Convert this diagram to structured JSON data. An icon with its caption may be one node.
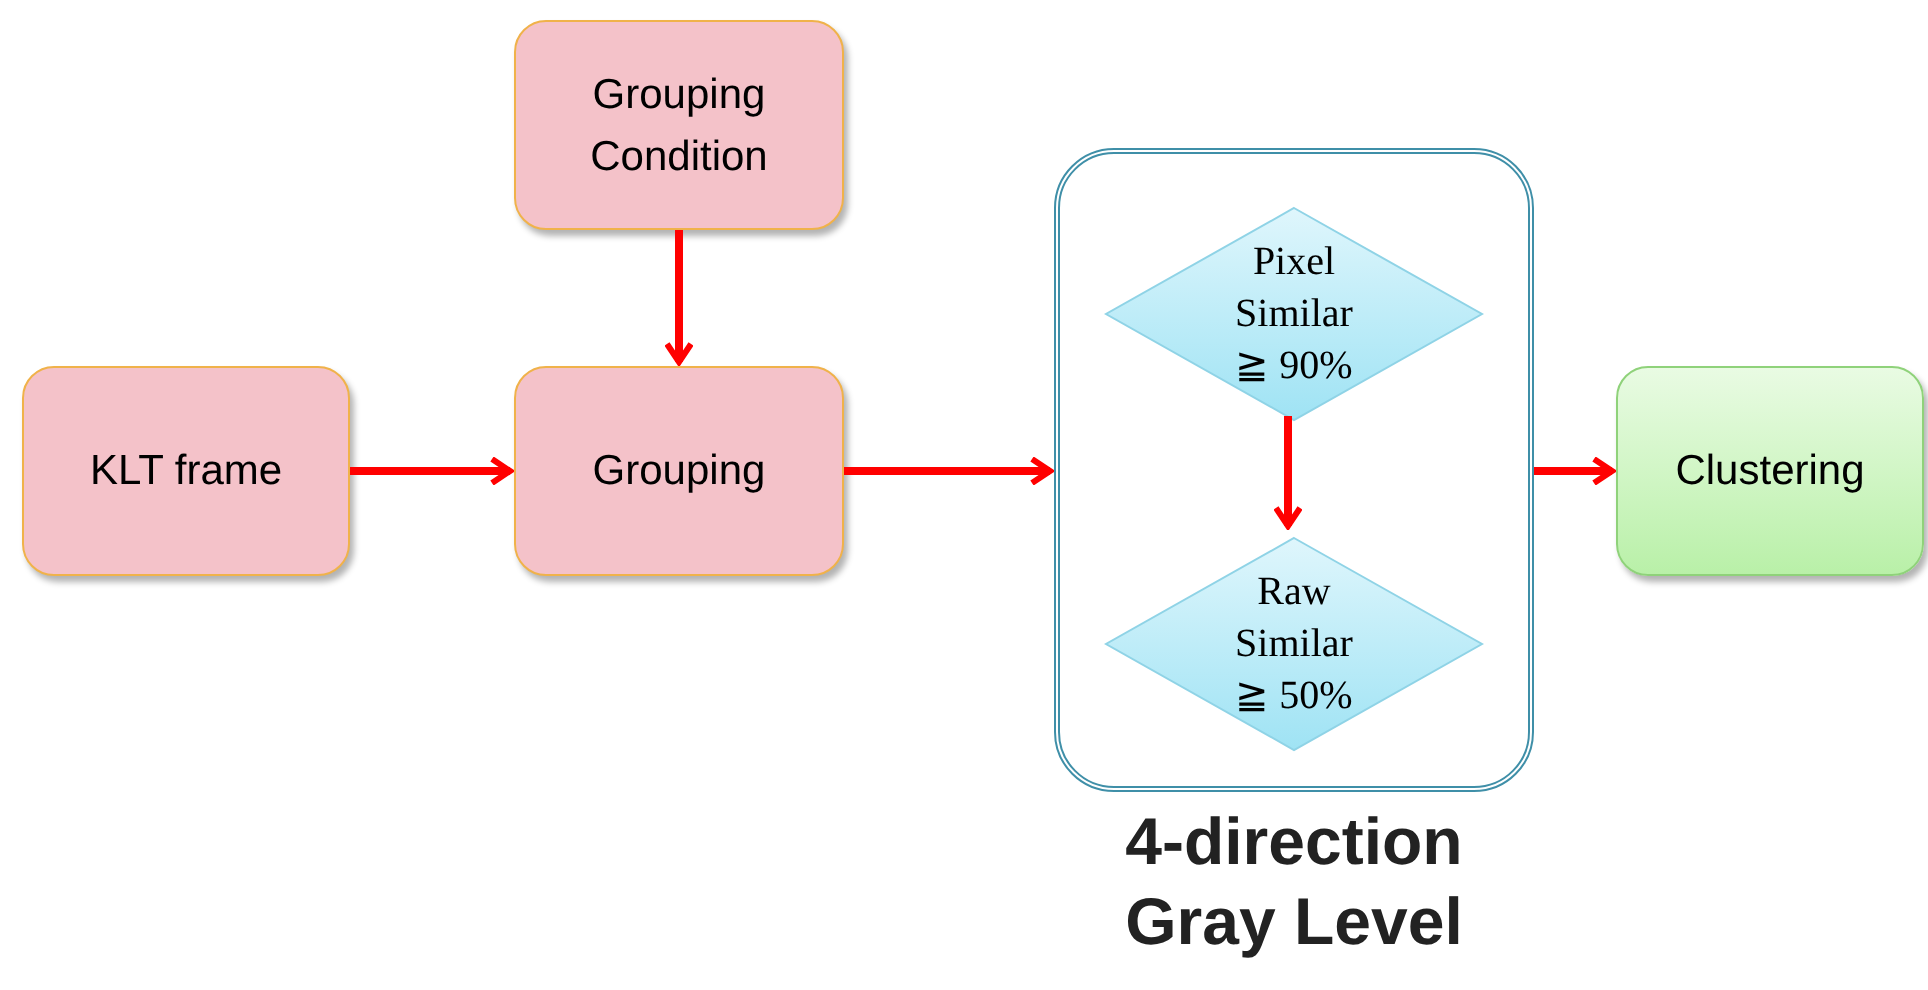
{
  "diagram": {
    "nodes": [
      {
        "text": [
          "Grouping Condition"
        ]
      },
      {
        "text": [
          "KLT frame"
        ]
      },
      {
        "text": [
          "Grouping"
        ]
      },
      {
        "text": [
          "4-direction Gray Level"
        ]
      },
      {
        "text": [
          "Pixel Similar ≧ 90%"
        ],
        "in": 3
      },
      {
        "text": [
          "Raw Similar ≧ 50%"
        ],
        "in": 3
      },
      {
        "text": [
          "Clustering"
        ]
      }
    ],
    "edges": [
      {
        "from": 0,
        "to": 2,
        "arrow": "to"
      },
      {
        "from": 1,
        "to": 2,
        "arrow": "to"
      },
      {
        "from": 2,
        "to": 3,
        "arrow": "to"
      },
      {
        "from": 4,
        "to": 5,
        "arrow": "to"
      },
      {
        "from": 3,
        "to": 6,
        "arrow": "to"
      }
    ]
  }
}
